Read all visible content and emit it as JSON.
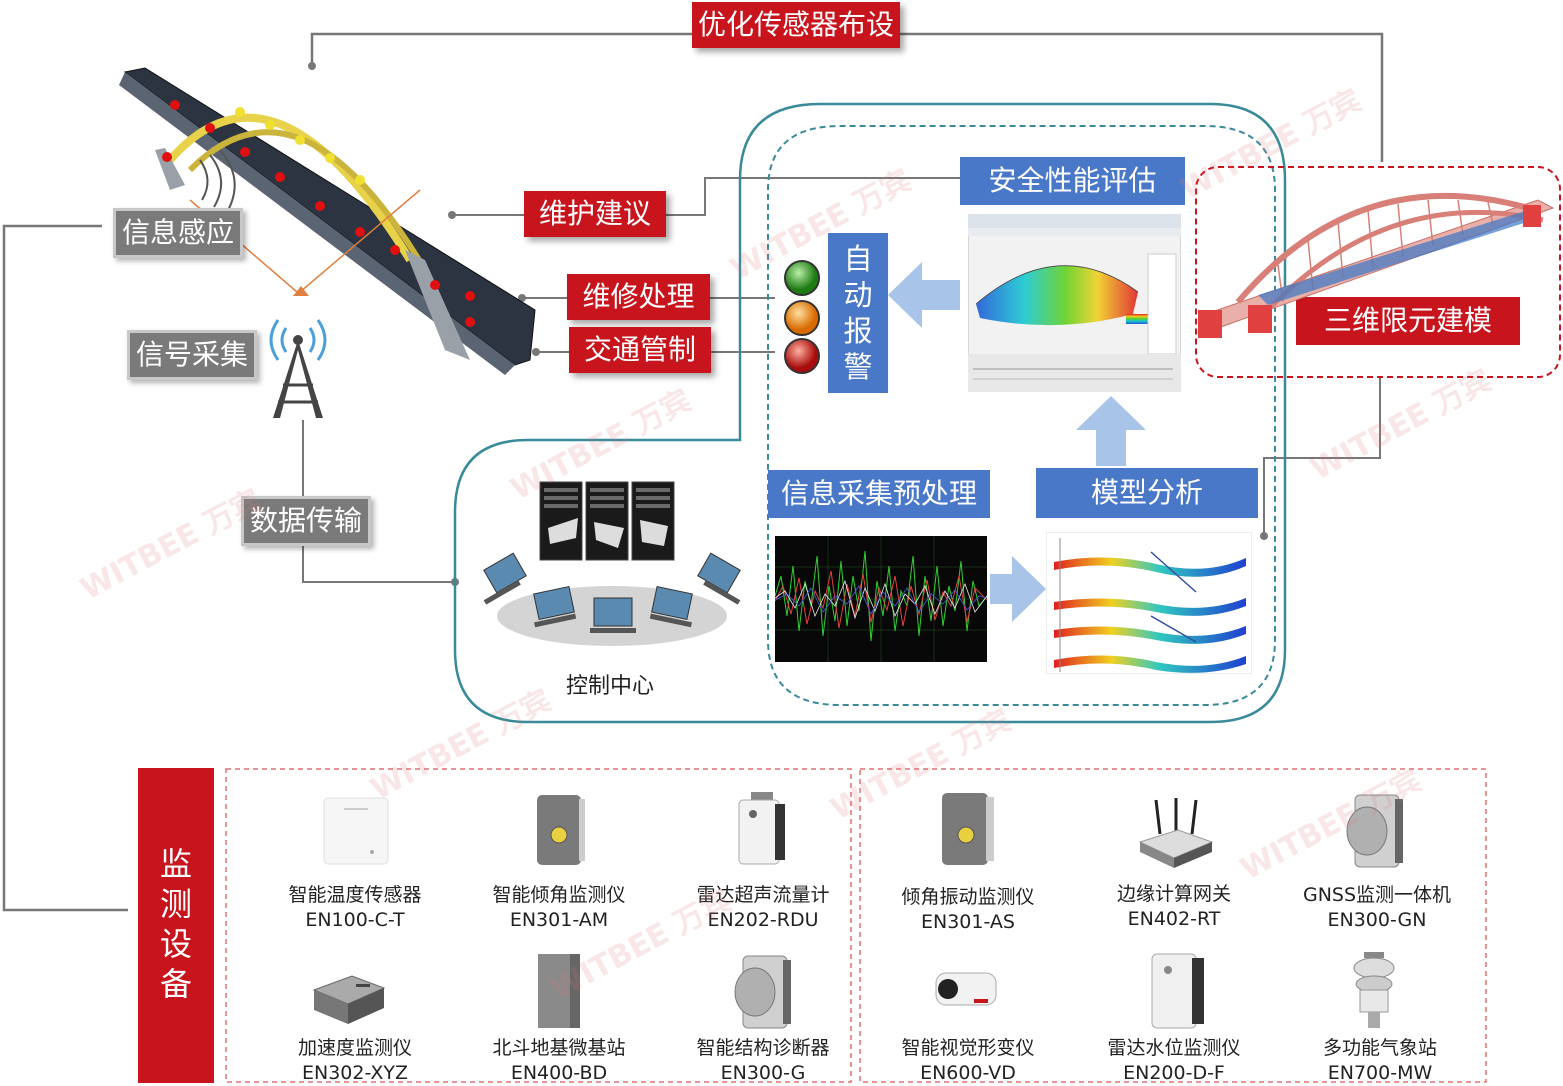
{
  "labels": {
    "optimize": "优化传感器布设",
    "sensing": "信息感应",
    "acquisition": "信号采集",
    "transmission": "数据传输",
    "maintenance_advice": "维护建议",
    "repair": "维修处理",
    "traffic": "交通管制",
    "safety": "安全性能评估",
    "fem": "三维限元建模",
    "alarm": [
      "自",
      "动",
      "报",
      "警"
    ],
    "preprocess": "信息采集预处理",
    "model_analysis": "模型分析",
    "control_center": "控制中心",
    "monitoring": [
      "监",
      "测",
      "设",
      "备"
    ]
  },
  "devices": [
    {
      "name": "智能温度传感器",
      "code": "EN100-C-T"
    },
    {
      "name": "智能倾角监测仪",
      "code": "EN301-AM"
    },
    {
      "name": "雷达超声流量计",
      "code": "EN202-RDU"
    },
    {
      "name": "倾角振动监测仪",
      "code": "EN301-AS"
    },
    {
      "name": "边缘计算网关",
      "code": "EN402-RT"
    },
    {
      "name": "GNSS监测一体机",
      "code": "EN300-GN"
    },
    {
      "name": "加速度监测仪",
      "code": "EN302-XYZ"
    },
    {
      "name": "北斗地基微基站",
      "code": "EN400-BD"
    },
    {
      "name": "智能结构诊断器",
      "code": "EN300-G"
    },
    {
      "name": "智能视觉形变仪",
      "code": "EN600-VD"
    },
    {
      "name": "雷达水位监测仪",
      "code": "EN200-D-F"
    },
    {
      "name": "多功能气象站",
      "code": "EN700-MW"
    }
  ],
  "watermark": "WITBEE 万宾",
  "colors": {
    "red": "#c8141c",
    "gray": "#7a7a7a",
    "blue": "#4a78c8",
    "teal": "#3a8a9a"
  }
}
